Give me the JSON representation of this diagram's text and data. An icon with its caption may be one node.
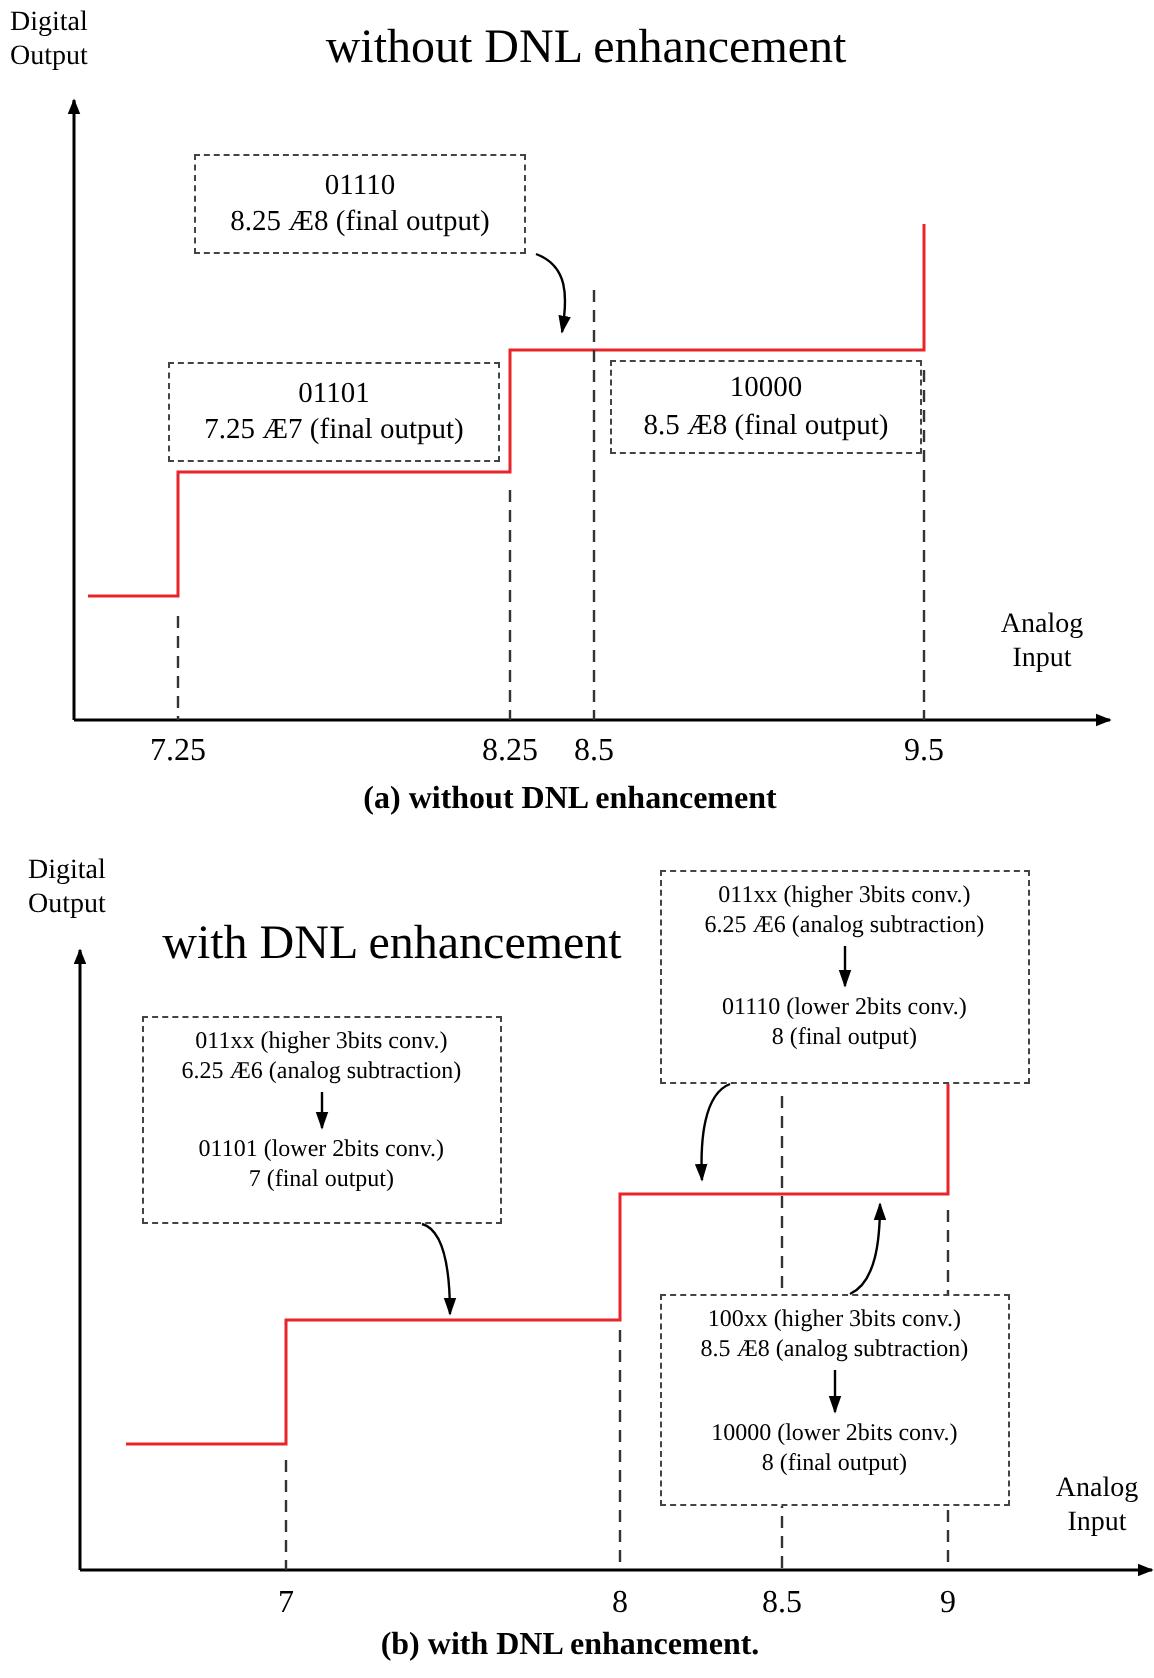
{
  "diagram": {
    "nodes": [
      {
        "text": [
          "01110",
          "8.25 Æ8 (final output)"
        ]
      },
      {
        "text": [
          "01101",
          "7.25 Æ7 (final output)"
        ]
      },
      {
        "text": [
          "10000",
          "8.5 Æ8 (final output)"
        ]
      },
      {
        "text": [],
        "shape": "box"
      },
      {
        "text": [
          "011xx (higher 3bits conv.)",
          "6.25 Æ6 (analog subtraction)"
        ],
        "in": 3
      },
      {
        "text": [
          "01101 (lower 2bits conv.)",
          "7 (final output)"
        ],
        "in": 3
      },
      {
        "text": [],
        "shape": "box"
      },
      {
        "text": [
          "011xx (higher 3bits conv.)",
          "6.25 Æ6 (analog subtraction)"
        ],
        "in": 6
      },
      {
        "text": [
          "01110 (lower 2bits conv.)",
          "8 (final output)"
        ],
        "in": 6
      },
      {
        "text": [],
        "shape": "box"
      },
      {
        "text": [
          "100xx (higher 3bits conv.)",
          "8.5 Æ8 (analog subtraction)"
        ],
        "in": 9
      },
      {
        "text": [
          "10000 (lower 2bits conv.)",
          "8 (final output)"
        ],
        "in": 9
      }
    ],
    "edges": [
      {
        "from": 0,
        "to": null,
        "arrow": "to"
      },
      {
        "from": 4,
        "to": 5,
        "arrow": "to"
      },
      {
        "from": 3,
        "to": null,
        "arrow": "to"
      },
      {
        "from": 7,
        "to": 8,
        "arrow": "to"
      },
      {
        "from": 6,
        "to": null,
        "arrow": "to"
      },
      {
        "from": 10,
        "to": 11,
        "arrow": "to"
      },
      {
        "from": 9,
        "to": null,
        "arrow": "to"
      }
    ],
    "labels": [
      "Digital Output",
      "without DNL enhancement",
      "Analog Input",
      "7.25",
      "8.25",
      "8.5",
      "9.5",
      "(a) without DNL enhancement",
      "Digital Output",
      "with DNL enhancement",
      "Analog Input",
      "7",
      "8",
      "8.5",
      "9",
      "(b) with DNL enhancement."
    ]
  }
}
